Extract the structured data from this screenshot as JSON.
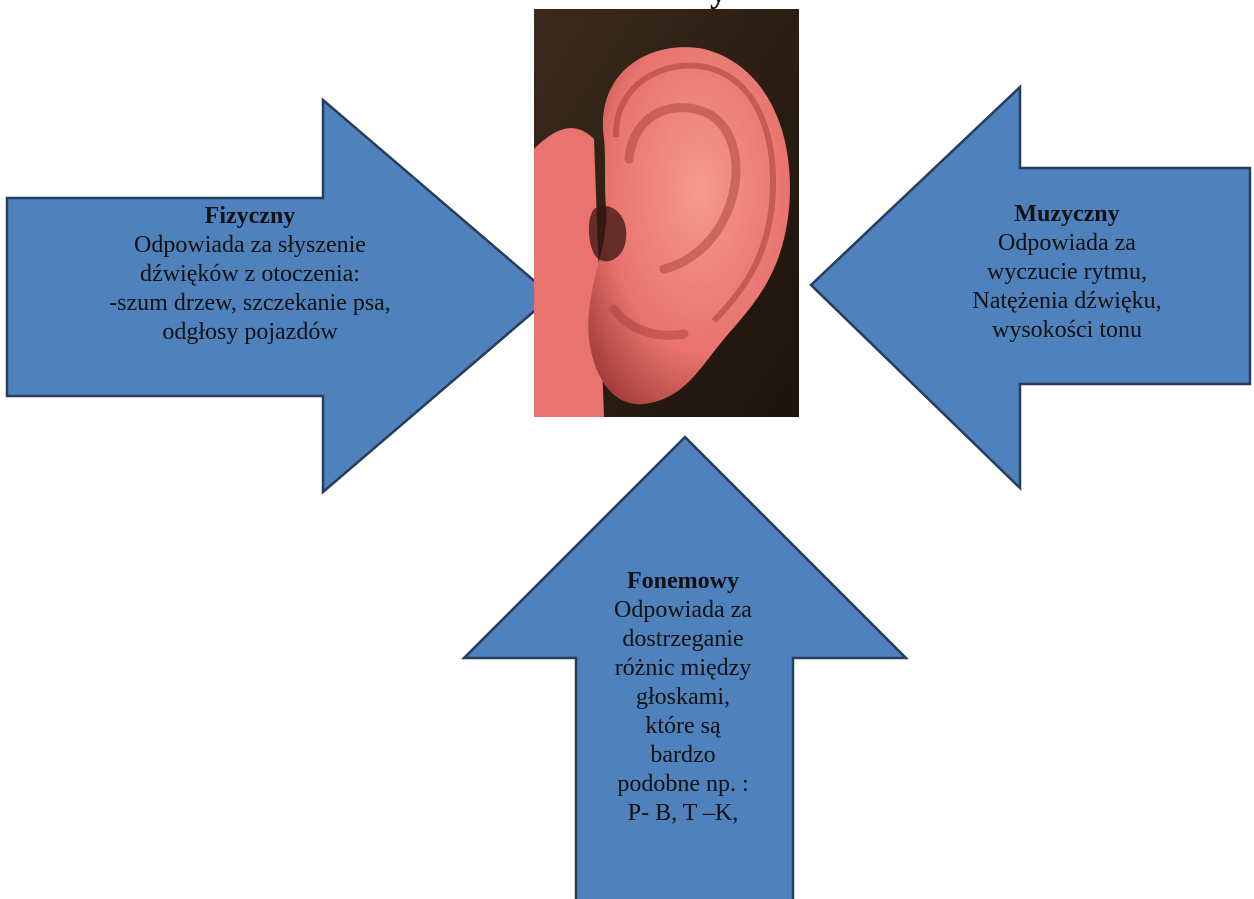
{
  "title_fragment": "y",
  "colors": {
    "arrow_fill": "#4f81bd",
    "arrow_stroke": "#263d5c",
    "text": "#111111",
    "skin": "#e9736e",
    "skin_light": "#f59a8e",
    "skin_dark": "#a7403c",
    "hair": "#3b2a1c"
  },
  "arrows": {
    "left": {
      "direction": "right",
      "title": "Fizyczny",
      "lines": [
        "Odpowiada za słyszenie",
        "dźwięków z otoczenia:",
        "-szum drzew, szczekanie psa,",
        "odgłosy pojazdów"
      ]
    },
    "right": {
      "direction": "left",
      "title": "Muzyczny",
      "lines": [
        "Odpowiada za",
        "wyczucie rytmu,",
        "Natężenia dźwięku,",
        "wysokości tonu"
      ]
    },
    "bottom": {
      "direction": "up",
      "title": "Fonemowy",
      "lines": [
        "Odpowiada za",
        "dostrzeganie",
        "różnic między",
        "głoskami,",
        "które są",
        "bardzo",
        "podobne np. :",
        "P- B, T –K,"
      ]
    }
  },
  "image": {
    "icon": "ear-photo-icon"
  }
}
